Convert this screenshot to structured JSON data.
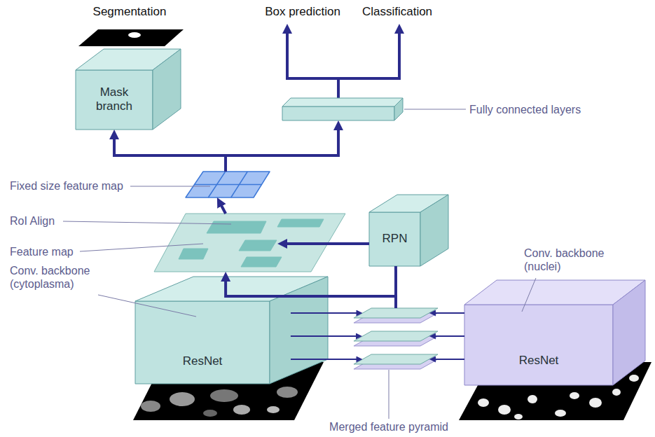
{
  "diagram": {
    "nodes": [
      {
        "text": [
          "Mask branch"
        ]
      },
      {
        "text": [
          "Fully connected layers"
        ]
      },
      {
        "text": [
          "Fixed size feature map"
        ]
      },
      {
        "text": [
          "RoI Align",
          "Feature map"
        ]
      },
      {
        "text": [
          "RPN"
        ]
      },
      {
        "text": [
          "Conv. backbone (cytoplasma)",
          "ResNet"
        ]
      },
      {
        "text": [
          "Merged feature pyramid"
        ]
      },
      {
        "text": [
          "Conv. backbone (nuclei)",
          "ResNet"
        ]
      }
    ],
    "edges": [
      {
        "from": 2,
        "to": 0,
        "arrow": "to"
      },
      {
        "from": 2,
        "to": 1,
        "arrow": "to"
      },
      {
        "from": 3,
        "to": 2,
        "arrow": "to"
      },
      {
        "from": 4,
        "to": 3,
        "arrow": "to"
      },
      {
        "from": 6,
        "to": 3,
        "arrow": "to"
      },
      {
        "from": 6,
        "to": 4,
        "arrow": "none"
      },
      {
        "from": 5,
        "to": 6,
        "arrow": "to"
      },
      {
        "from": 7,
        "to": 6,
        "arrow": "to"
      }
    ],
    "labels": [
      "Segmentation",
      "Box prediction",
      "Classification"
    ]
  }
}
